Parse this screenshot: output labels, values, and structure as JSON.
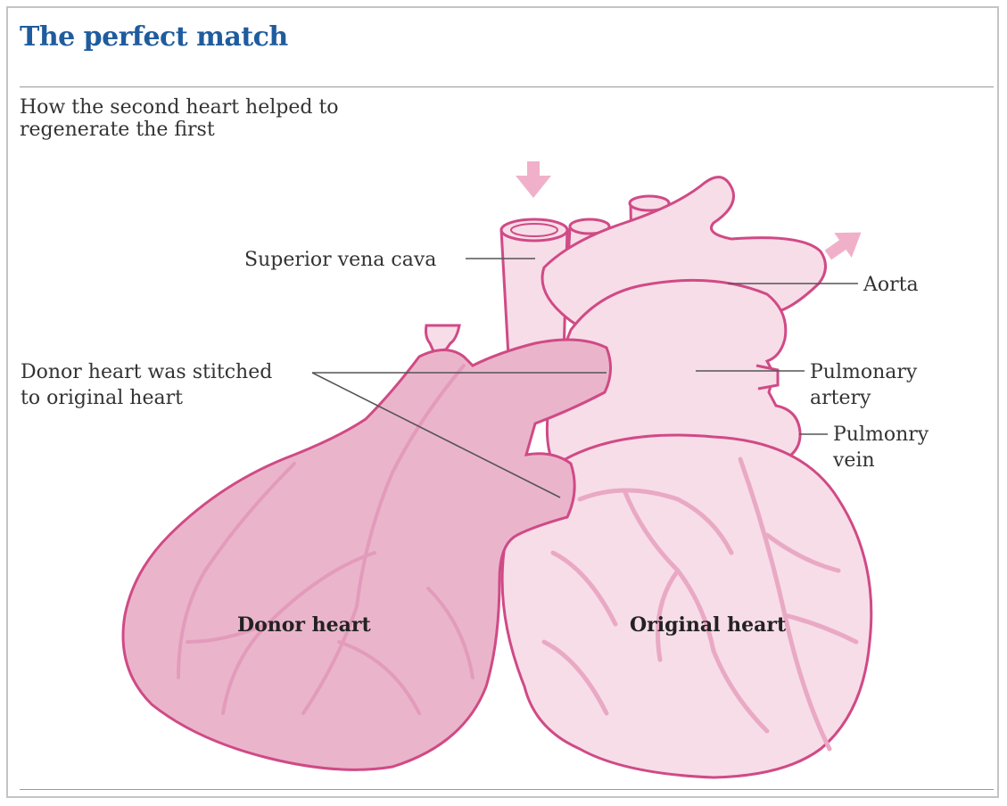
{
  "title": "The perfect match",
  "subtitle": "How the second heart helped to regenerate the first",
  "labels": {
    "superior_vena_cava": "Superior vena cava",
    "aorta": "Aorta",
    "donor_stitched_line1": "Donor heart was stitched",
    "donor_stitched_line2": "to original heart",
    "pulmonary_artery_line1": "Pulmonary",
    "pulmonary_artery_line2": "artery",
    "pulmonary_vein_line1": "Pulmonry",
    "pulmonary_vein_line2": "vein",
    "donor_heart": "Donor heart",
    "original_heart": "Original heart"
  },
  "colors": {
    "title": "#1f5c9e",
    "heart_fill_light": "#f7dde8",
    "heart_fill_donor": "#eab5cb",
    "outline": "#d04a86",
    "vessel_line": "#e9a9c4",
    "arrow": "#f1b0c9",
    "leader_line": "#555555"
  },
  "icons": {
    "inflow_arrow": "arrow-down-icon",
    "outflow_arrow": "arrow-up-right-icon"
  }
}
